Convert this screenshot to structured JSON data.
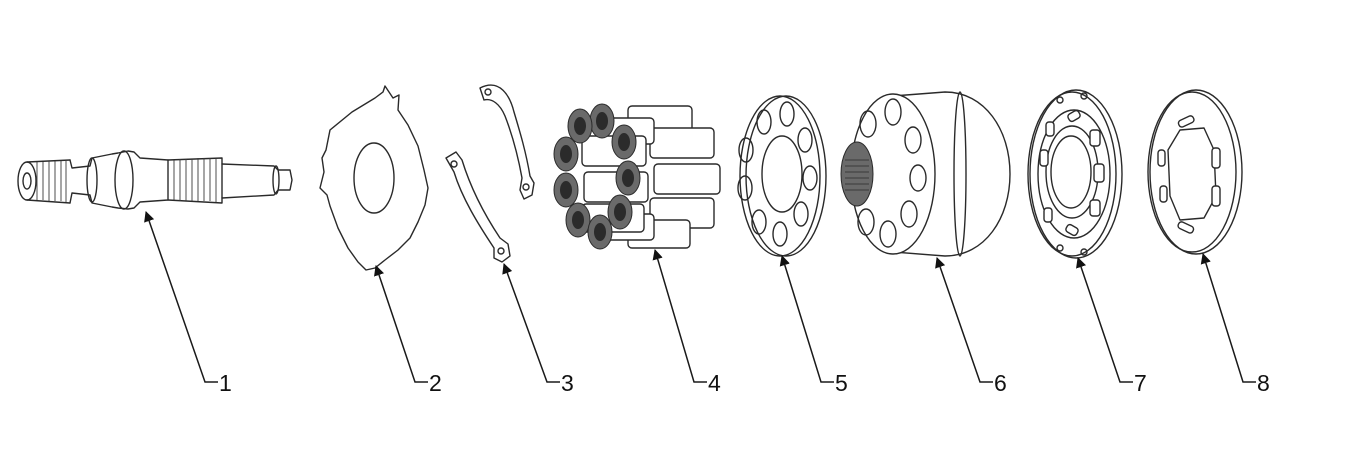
{
  "parts": [
    {
      "number": "1",
      "icon": "drive-shaft-icon"
    },
    {
      "number": "2",
      "icon": "swash-plate-icon"
    },
    {
      "number": "3",
      "icon": "retainer-plate-icon"
    },
    {
      "number": "4",
      "icon": "piston-set-icon"
    },
    {
      "number": "5",
      "icon": "set-plate-icon"
    },
    {
      "number": "6",
      "icon": "cylinder-block-icon"
    },
    {
      "number": "7",
      "icon": "valve-plate-icon"
    },
    {
      "number": "8",
      "icon": "port-plate-icon"
    }
  ]
}
